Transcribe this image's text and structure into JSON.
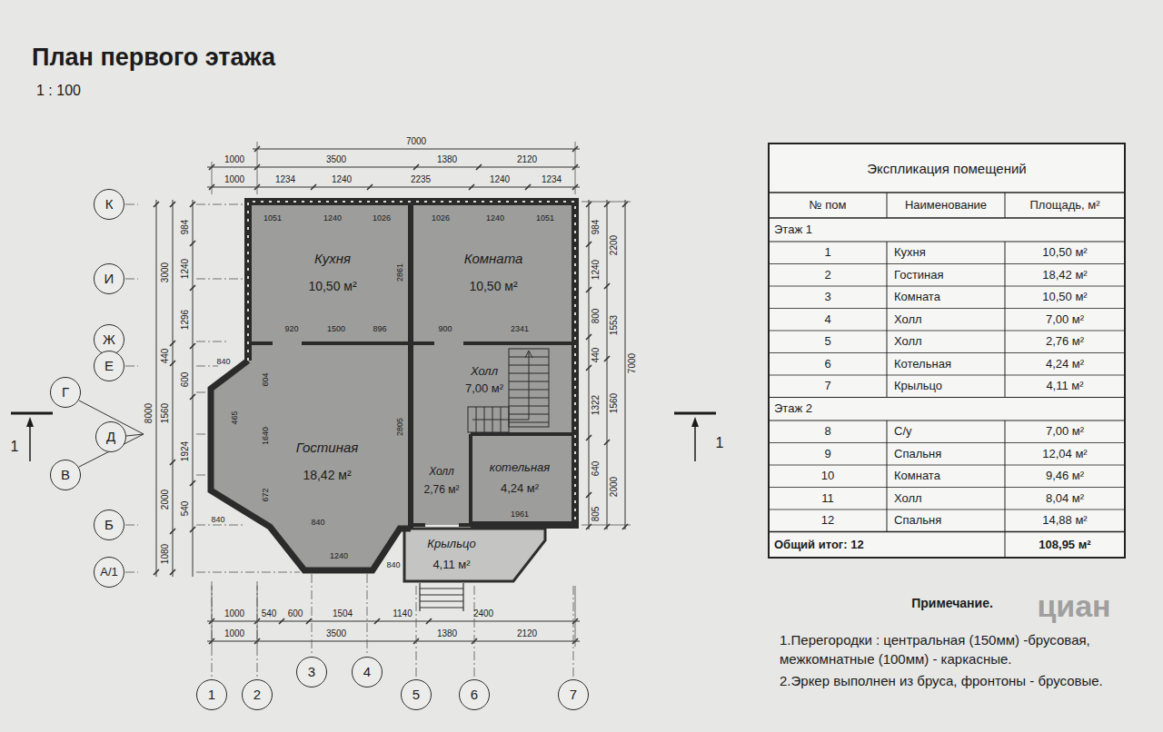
{
  "diagram": {
    "title": "План первого этажа",
    "nodes": [
      {
        "text": [
          "Кухня",
          "10,50 м²"
        ]
      },
      {
        "text": [
          "Комната",
          "10,50 м²"
        ]
      },
      {
        "text": [
          "Холл",
          "7,00 м²"
        ]
      },
      {
        "text": [
          "Гостиная",
          "18,42 м²"
        ]
      },
      {
        "text": [
          "Холл",
          "2,76 м²"
        ]
      },
      {
        "text": [
          "котельная",
          "4,24 м²"
        ]
      },
      {
        "text": [
          "Крыльцо",
          "4,11 м²"
        ]
      },
      {
        "text": [
          "К"
        ]
      },
      {
        "text": [
          "И"
        ]
      },
      {
        "text": [
          "Ж"
        ]
      },
      {
        "text": [
          "Е"
        ]
      },
      {
        "text": [
          "Г"
        ]
      },
      {
        "text": [
          "Д"
        ]
      },
      {
        "text": [
          "В"
        ]
      },
      {
        "text": [
          "Б"
        ]
      },
      {
        "text": [
          "А/1"
        ]
      },
      {
        "text": [
          "1"
        ]
      },
      {
        "text": [
          "2"
        ]
      },
      {
        "text": [
          "3"
        ]
      },
      {
        "text": [
          "4"
        ]
      },
      {
        "text": [
          "5"
        ]
      },
      {
        "text": [
          "6"
        ]
      },
      {
        "text": [
          "7"
        ]
      }
    ],
    "labels": [
      "1 : 100",
      "1000",
      "3500",
      "7000",
      "1380",
      "2120",
      "1000",
      "1234",
      "1240",
      "2235",
      "1240",
      "1234",
      "1000",
      "540",
      "600",
      "1504",
      "1140",
      "2400",
      "1000",
      "3500",
      "1380",
      "2120",
      "8000",
      "3000",
      "440",
      "1560",
      "2000",
      "1080",
      "984",
      "1240",
      "1296",
      "600",
      "1924",
      "540",
      "7000",
      "2200",
      "1553",
      "1560",
      "2000",
      "984",
      "1240",
      "800",
      "440",
      "1322",
      "640",
      "805",
      "1051",
      "1240",
      "1026",
      "1026",
      "1240",
      "1051",
      "920",
      "1500",
      "896",
      "900",
      "2341",
      "2861",
      "2805",
      "1640",
      "604",
      "465",
      "672",
      "1240",
      "840",
      "840",
      "840",
      "840",
      "1961",
      "1",
      "1",
      "Экспликация помещений",
      "№ пом",
      "Наименование",
      "Площадь, м²",
      "Этаж 1",
      "1",
      "Кухня",
      "10,50 м²",
      "2",
      "Гостиная",
      "18,42 м²",
      "3",
      "Комната",
      "10,50 м²",
      "4",
      "Холл",
      "7,00 м²",
      "5",
      "Холл",
      "2,76 м²",
      "6",
      "Котельная",
      "4,24 м²",
      "7",
      "Крыльцо",
      "4,11 м²",
      "Этаж 2",
      "8",
      "С/у",
      "7,00 м²",
      "9",
      "Спальня",
      "12,04 м²",
      "10",
      "Комната",
      "9,46 м²",
      "11",
      "Холл",
      "8,04 м²",
      "12",
      "Спальня",
      "14,88 м²",
      "Общий итог: 12",
      "108,95 м²",
      "Примечание.",
      "1.Перегородки : центральная (150мм) -брусовая, межкомнатные (100мм) - каркасные.",
      "2.Эркер выполнен из бруса, фронтоны - брусовые.",
      "циан"
    ]
  }
}
